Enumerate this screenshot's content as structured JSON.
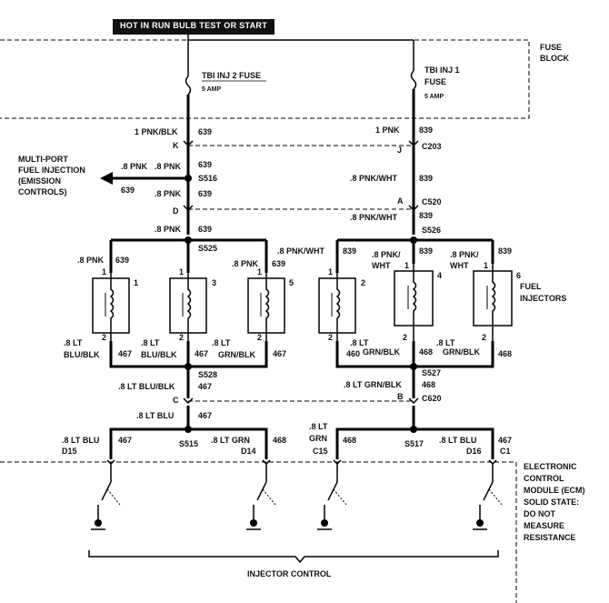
{
  "header": {
    "title": "HOT IN RUN BULB TEST OR START"
  },
  "fuse_block": {
    "line1": "FUSE",
    "line2": "BLOCK"
  },
  "fuses": [
    {
      "name": "TBI INJ 2 FUSE",
      "rating": "5 AMP"
    },
    {
      "name_line1": "TBI INJ 1",
      "name_line2": "FUSE",
      "rating": "5 AMP"
    }
  ],
  "labels": {
    "l_1pnkblk": "1 PNK/BLK",
    "l_639a": "639",
    "r_1pnk": "1 PNK",
    "r_839a": "839",
    "K": "K",
    "J": "J",
    "C203": "C203",
    "mpfi1": "MULTI-PORT",
    "mpfi2": "FUEL INJECTION",
    "mpfi3": "(EMISSION",
    "mpfi4": "CONTROLS)",
    "l_8pnk1": ".8 PNK",
    "l_8pnk2": ".8 PNK",
    "l_639b": "639",
    "l_639c": "639",
    "S516": "S516",
    "l_639d": "639",
    "l_8pnk3": ".8 PNK",
    "l_639e": "639",
    "r_8pnkwht1": ".8 PNK/WHT",
    "r_839b": "839",
    "A": "A",
    "C520": "C520",
    "D": "D",
    "r_8pnkwht2": ".8 PNK/WHT",
    "r_839c": "839",
    "l_8pnk4": ".8 PNK",
    "l_639f": "639",
    "S525": "S525",
    "r_S526": "S526",
    "inj_l1_w": ".8 PNK",
    "inj_l1_n": "639",
    "inj_l3_w": ".8 PNK",
    "inj_l5_n": "639",
    "inj_r_w1": ".8 PNK/WHT",
    "inj_r_n1": "839",
    "inj_r_w2a": ".8 PNK/",
    "inj_r_w2b": "WHT",
    "inj_r_n2": "839",
    "inj_r_w3a": ".8 PNK/",
    "inj_r_w3b": "WHT",
    "inj_r_n3": "839",
    "fuel_inj1": "FUEL",
    "fuel_inj2": "INJECTORS",
    "b1a": ".8 LT",
    "b1b": "BLU/BLK",
    "b1n": "467",
    "b3a": ".8 LT",
    "b3b": "BLU/BLK",
    "b3n": "467",
    "b5a": ".8 LT",
    "b5b": "GRN/BLK",
    "b5n": "467",
    "b2n": "460",
    "b4a": ".8 LT",
    "b4b": "GRN/BLK",
    "b4n": "468",
    "b6a": ".8 LT",
    "b6b": "GRN/BLK",
    "b6n": "468",
    "S528": "S528",
    "S527": "S527",
    "l_8ltblublk": ".8 LT BLU/BLK",
    "l_467a": "467",
    "r_8ltgrnblk": ".8 LT GRN/BLK",
    "r_468a": "468",
    "C": "C",
    "B": "B",
    "C620": "C620",
    "l_8ltblu": ".8 LT BLU",
    "l_467b": "467",
    "e_8ltblu": ".8 LT BLU",
    "e_467": "467",
    "S515": "S515",
    "e_8ltgrn": ".8 LT GRN",
    "e_468a": "468",
    "D15": "D15",
    "D14": "D14",
    "e_8lt": ".8 LT",
    "e_grn": "GRN",
    "C15": "C15",
    "e_468b": "468",
    "S517": "S517",
    "e_8ltblu2": ".8 LT BLU",
    "e_467b": "467",
    "D16": "D16",
    "C1": "C1",
    "ecm1": "ELECTRONIC",
    "ecm2": "CONTROL",
    "ecm3": "MODULE (ECM)",
    "ecm4": "SOLID STATE:",
    "ecm5": "DO NOT",
    "ecm6": "MEASURE",
    "ecm7": "RESISTANCE",
    "inj_ctrl": "INJECTOR CONTROL"
  },
  "injectors": [
    {
      "id": "1"
    },
    {
      "id": "3"
    },
    {
      "id": "5"
    },
    {
      "id": "2"
    },
    {
      "id": "4"
    },
    {
      "id": "6"
    }
  ],
  "pins": {
    "p1": "1",
    "p2": "2"
  }
}
